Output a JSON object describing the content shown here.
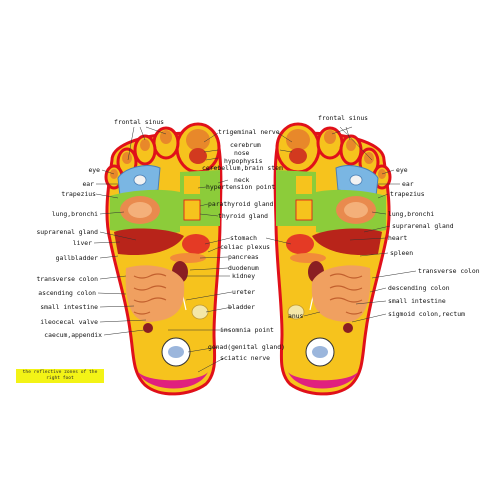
{
  "caption": "the reflective zones of the right foot",
  "labels": {
    "frontal_sinus_left": "frontal sinus",
    "frontal_sinus_right": "frontal sinus",
    "trigeminal_nerve": "trigeminal nerve",
    "cerebrum": "cerebrum",
    "nose": "nose",
    "hypophysis": "hypophysis",
    "cerebellum_brain_stem": "cerebellum,brain stem",
    "neck": "neck",
    "hypertension_point": "hypertension point",
    "parathyroid_gland": "parathyroid gland",
    "thyroid_gland": "thyroid gland",
    "stomach": "stomach",
    "celiac_plexus": "celiac plexus",
    "pancreas": "pancreas",
    "duodenum": "duodenum",
    "kidney": "kidney",
    "ureter": "ureter",
    "bladder": "bladder",
    "insomnia_point": "insomnia point",
    "gonad": "gonad(genital gland)",
    "sciatic_nerve": "sciatic nerve",
    "eye_left": "eye",
    "ear_left": "ear",
    "trapezius_left": "trapezius",
    "lung_left": "lung,bronchi",
    "suprarenal_left": "suprarenal gland",
    "liver": "liver",
    "gallbladder": "gallbladder",
    "transverse_colon_left": "transverse colon",
    "ascending_colon": "ascending colon",
    "small_intestine_left": "small intestine",
    "ileocecal_valve": "ileocecal valve",
    "caecum_appendix": "caecum,appendix",
    "eye_right": "eye",
    "ear_right": "ear",
    "trapezius_right": "trapezius",
    "lung_right": "lung,bronchi",
    "suprarenal_right": "suprarenal gland",
    "heart": "heart",
    "spleen": "spleen",
    "transverse_colon_right": "transverse colon",
    "descending_colon": "descending colon",
    "anus": "anus",
    "small_intestine_right": "small intestine",
    "sigmoid_colon_rectum": "sigmoid colon,rectum"
  },
  "colors": {
    "foot_base": "#f6c31d",
    "foot_outline": "#e0101a",
    "toe_green": "#86c53d",
    "heel_pink": "#e0207e",
    "lung_green": "#8ccc3a",
    "blue_zone": "#7ab6e3",
    "organ_red": "#d2391f",
    "intestine": "#f0a060",
    "caption_bg": "#f3f316"
  }
}
